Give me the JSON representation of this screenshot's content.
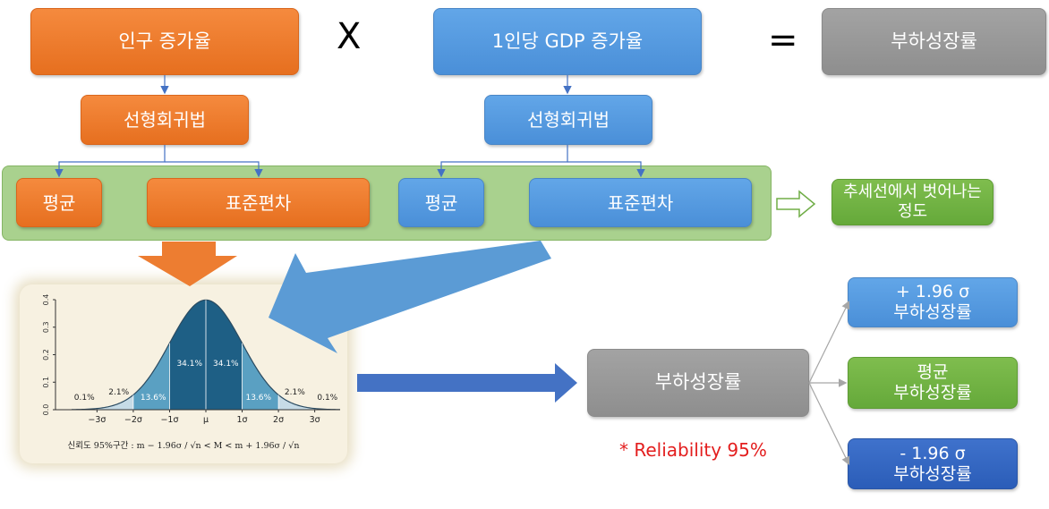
{
  "top": {
    "population_growth": "인구 증가율",
    "gdp_growth": "1인당 GDP 증가율",
    "load_growth": "부하성장률",
    "times_symbol": "X",
    "equals_symbol": "="
  },
  "regression": {
    "left": "선형회귀법",
    "right": "선형회귀법"
  },
  "stats": {
    "mean_left": "평균",
    "std_left": "표준편차",
    "mean_right": "평균",
    "std_right": "표준편차"
  },
  "trend_deviation": "추세선에서 벗어나는 정도",
  "center_box": "부하성장률",
  "reliability_note": "* Reliability 95%",
  "outcomes": {
    "plus_line1": "+ 1.96 σ",
    "plus_line2": "부하성장률",
    "mean_line1": "평균",
    "mean_line2": "부하성장률",
    "minus_line1": "-   1.96 σ",
    "minus_line2": "부하성장률"
  },
  "colors": {
    "orange": "#ed7d31",
    "blue": "#5b9bd5",
    "gray": "#999999",
    "green": "#70ad47",
    "dark_blue": "#2f5fb9",
    "panel_green": "#a9d18e",
    "note_red": "#e31e1e"
  },
  "chart_data": {
    "type": "area",
    "x": [
      -3,
      -2,
      -1,
      0,
      1,
      2,
      3
    ],
    "tick_labels_x": [
      "−3σ",
      "−2σ",
      "−1σ",
      "μ",
      "1σ",
      "2σ",
      "3σ"
    ],
    "tick_labels_y": [
      "0.0",
      "0.1",
      "0.2",
      "0.3",
      "0.4"
    ],
    "ylim": [
      0,
      0.4
    ],
    "region_labels": [
      "0.1%",
      "2.1%",
      "13.6%",
      "34.1%",
      "34.1%",
      "13.6%",
      "2.1%",
      "0.1%"
    ],
    "formula": "신뢰도 95%구간 : m − 1.96σ / √n < M < m + 1.96σ / √n"
  }
}
